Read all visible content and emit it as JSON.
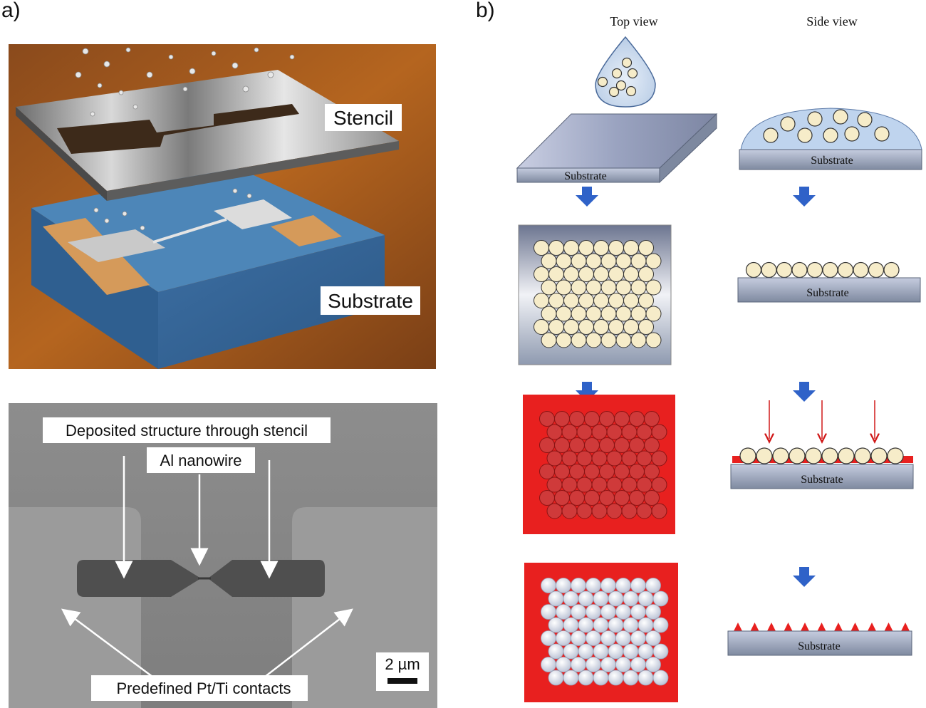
{
  "panel_a": {
    "label": "a)",
    "top_image": {
      "stencil_label": "Stencil",
      "substrate_label": "Substrate"
    },
    "sem_image": {
      "deposited_label": "Deposited structure through stencil",
      "nanowire_label": "Al nanowire",
      "contacts_label": "Predefined Pt/Ti contacts",
      "scalebar_label": "2 µm"
    }
  },
  "panel_b": {
    "label": "b)",
    "top_view_heading": "Top view",
    "side_view_heading": "Side view",
    "substrate_label": "Substrate",
    "colors": {
      "substrate": "#b8c2dc",
      "sphere": "#f6ecc9",
      "mask_red": "#e8201f",
      "arrow_blue": "#2f62c8"
    }
  }
}
